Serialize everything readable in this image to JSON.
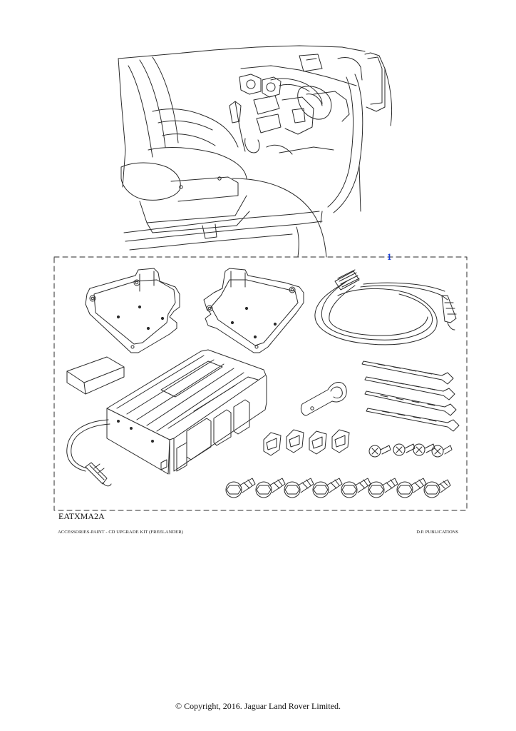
{
  "diagram": {
    "callout_number": "1",
    "drawing_id": "EATXMA2A"
  },
  "footer": {
    "caption_left": "ACCESSORIES-PAINT - CD UPGRADE KIT  (FREELANDER)",
    "caption_right": "D.P. PUBLICATIONS",
    "copyright": "© Copyright, 2016. Jaguar Land Rover Limited."
  }
}
